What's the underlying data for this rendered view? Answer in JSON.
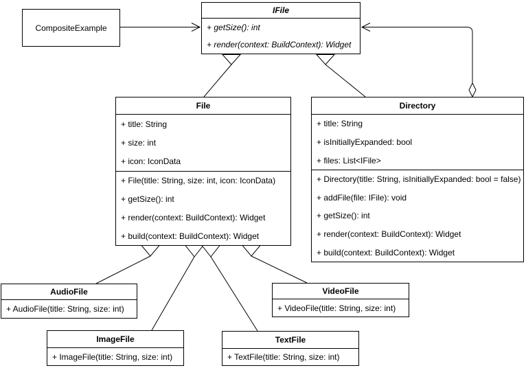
{
  "canvas": {
    "background_color": "#ffffff",
    "stroke_color": "#000000"
  },
  "classes": {
    "composite": {
      "name": "CompositeExample"
    },
    "ifile": {
      "name": "IFile",
      "methods": [
        "+ getSize(): int",
        "+ render(context: BuildContext): Widget"
      ]
    },
    "file": {
      "name": "File",
      "attributes": [
        "+ title: String",
        "+ size: int",
        "+ icon: IconData"
      ],
      "methods": [
        "+ File(title: String, size: int, icon: IconData)",
        "+ getSize(): int",
        "+ render(context: BuildContext): Widget",
        "+ build(context: BuildContext): Widget"
      ]
    },
    "directory": {
      "name": "Directory",
      "attributes": [
        "+ title: String",
        "+ isInitiallyExpanded: bool",
        "+ files: List<IFile>"
      ],
      "methods": [
        "+ Directory(title: String, isInitiallyExpanded: bool = false)",
        "+ addFile(file: IFile): void",
        "+ getSize(): int",
        "+ render(context: BuildContext): Widget",
        "+ build(context: BuildContext): Widget"
      ]
    },
    "audiofile": {
      "name": "AudioFile",
      "methods": [
        "+ AudioFile(title: String, size: int)"
      ]
    },
    "imagefile": {
      "name": "ImageFile",
      "methods": [
        "+ ImageFile(title: String, size: int)"
      ]
    },
    "textfile": {
      "name": "TextFile",
      "methods": [
        "+ TextFile(title: String, size: int)"
      ]
    },
    "videofile": {
      "name": "VideoFile",
      "methods": [
        "+ VideoFile(title: String, size: int)"
      ]
    }
  },
  "relationships": [
    {
      "from": "CompositeExample",
      "to": "IFile",
      "type": "association",
      "arrowhead": "open"
    },
    {
      "from": "File",
      "to": "IFile",
      "type": "generalization"
    },
    {
      "from": "Directory",
      "to": "IFile",
      "type": "generalization"
    },
    {
      "from": "Directory",
      "to": "IFile",
      "type": "aggregation",
      "diamond_at": "Directory"
    },
    {
      "from": "AudioFile",
      "to": "File",
      "type": "generalization"
    },
    {
      "from": "ImageFile",
      "to": "File",
      "type": "generalization"
    },
    {
      "from": "TextFile",
      "to": "File",
      "type": "generalization"
    },
    {
      "from": "VideoFile",
      "to": "File",
      "type": "generalization"
    }
  ]
}
